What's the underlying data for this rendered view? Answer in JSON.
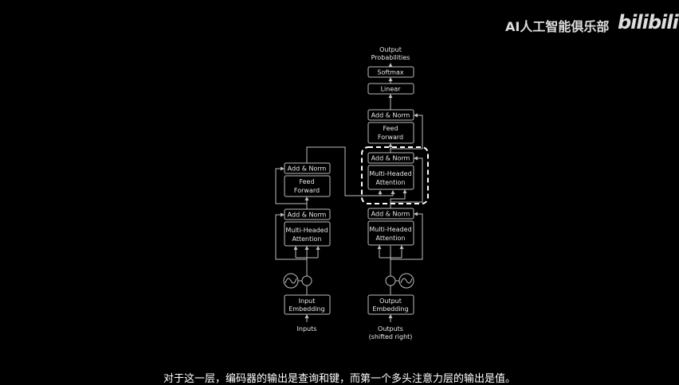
{
  "watermark": {
    "channel": "AI人工智能俱乐部",
    "logo": "bilibili"
  },
  "subtitle": "对于这一层，编码器的输出是查询和键，而第一个多头注意力层的输出是值。",
  "encoder": {
    "add_norm_top": "Add & Norm",
    "feed_forward": [
      "Feed",
      "Forward"
    ],
    "add_norm_bottom": "Add & Norm",
    "attention": [
      "Multi-Headed",
      "Attention"
    ],
    "embedding": [
      "Input",
      "Embedding"
    ],
    "input_label": "Inputs"
  },
  "decoder": {
    "output": [
      "Output",
      "Probabilities"
    ],
    "softmax": "Softmax",
    "linear": "Linear",
    "add_norm_top": "Add & Norm",
    "feed_forward": [
      "Feed",
      "Forward"
    ],
    "add_norm_mid": "Add & Norm",
    "attention_mid": [
      "Multi-Headed",
      "Attention"
    ],
    "add_norm_bottom": "Add & Norm",
    "attention_bottom": [
      "Multi-Headed",
      "Attention"
    ],
    "embedding": [
      "Output",
      "Embedding"
    ],
    "input_label": [
      "Outputs",
      "(shifted right)"
    ]
  }
}
